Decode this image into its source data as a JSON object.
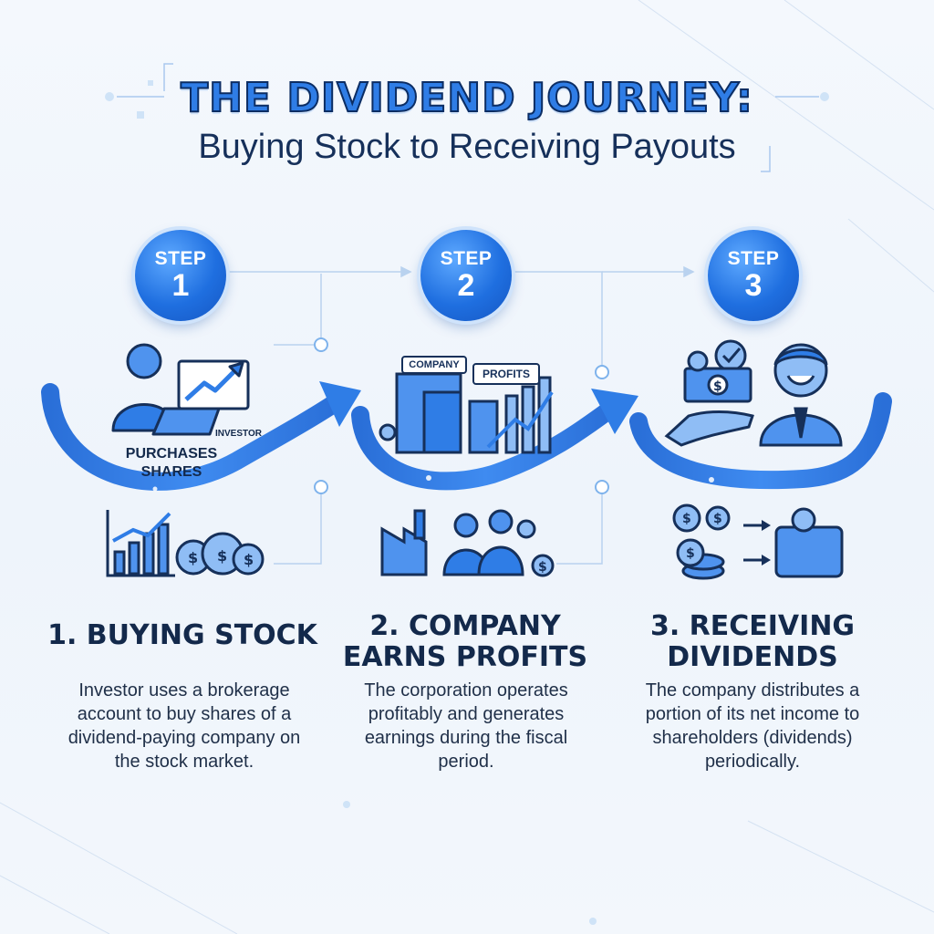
{
  "title": {
    "main": "THE DIVIDEND JOURNEY:",
    "sub": "Buying Stock to Receiving Payouts"
  },
  "steps": [
    {
      "badge_label": "STEP",
      "badge_number": "1",
      "icon_caption": "INVESTOR",
      "icon_caption_2": "PURCHASES SHARES",
      "heading": "1. BUYING STOCK",
      "description": "Investor uses a brokerage account to buy shares of a dividend-paying company on the stock market."
    },
    {
      "badge_label": "STEP",
      "badge_number": "2",
      "sign_company": "COMPANY",
      "sign_profits": "PROFITS",
      "heading": "2. COMPANY EARNS PROFITS",
      "description": "The corporation operates profitably and generates earnings during the fiscal period."
    },
    {
      "badge_label": "STEP",
      "badge_number": "3",
      "heading": "3. RECEIVING DIVIDENDS",
      "description": "The company distributes a portion of its net income to shareholders (dividends) periodically."
    }
  ],
  "colors": {
    "accent": "#1f6fe0",
    "navy": "#13294b",
    "light_accent": "#5ea9ff"
  }
}
